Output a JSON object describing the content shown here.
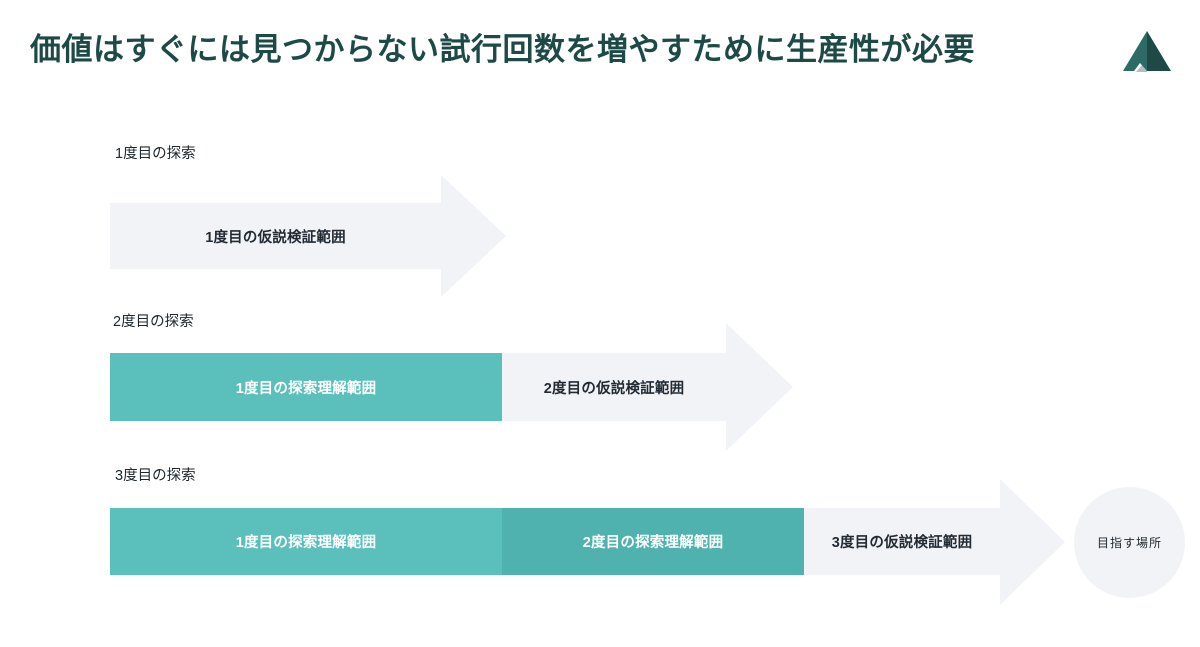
{
  "header": {
    "title": "価値はすぐには見つからない試行回数を増やすために生産性が必要",
    "title_color": "#1d4a47",
    "logo": {
      "name": "brand-mountain-logo",
      "color_light": "#2f6b66",
      "color_dark": "#1d4a47"
    }
  },
  "theme": {
    "background": "#ffffff",
    "gray_segment": "#f2f3f7",
    "teal_light": "#5bbfbb",
    "teal_dark": "#4fb2ae",
    "text_dark": "#20292f",
    "text_on_teal": "#ffffff"
  },
  "diagram": {
    "type": "stacked-arrow-progression",
    "rows": [
      {
        "label": "1度目の探索",
        "segments": [
          {
            "text": "1度目の仮説検証範囲",
            "style": "gray"
          }
        ]
      },
      {
        "label": "2度目の探索",
        "segments": [
          {
            "text": "1度目の探索理解範囲",
            "style": "teal1"
          },
          {
            "text": "2度目の仮説検証範囲",
            "style": "gray"
          }
        ]
      },
      {
        "label": "3度目の探索",
        "segments": [
          {
            "text": "1度目の探索理解範囲",
            "style": "teal1"
          },
          {
            "text": "2度目の探索理解範囲",
            "style": "teal2"
          },
          {
            "text": "3度目の仮説検証範囲",
            "style": "gray"
          }
        ]
      }
    ],
    "goal": {
      "text": "目指す場所"
    }
  }
}
